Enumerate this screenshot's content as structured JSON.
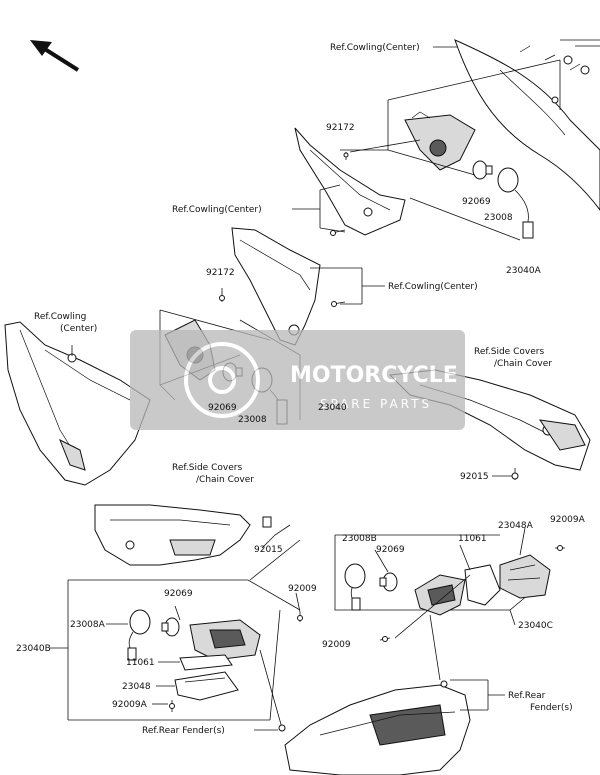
{
  "labels": {
    "ref_cowling_center_top": "Ref.Cowling(Center)",
    "ref_cowling_center_mid": "Ref.Cowling(Center)",
    "ref_cowling_center_right": "Ref.Cowling(Center)",
    "ref_cowling_center_left_1": "Ref.Cowling",
    "ref_cowling_center_left_2": "(Center)",
    "ref_side_covers_right_1": "Ref.Side Covers",
    "ref_side_covers_right_2": "/Chain Cover",
    "ref_side_covers_left_1": "Ref.Side Covers",
    "ref_side_covers_left_2": "/Chain Cover",
    "ref_rear_fender_left": "Ref.Rear Fender(s)",
    "ref_rear_fender_right_1": "Ref.Rear",
    "ref_rear_fender_right_2": "Fender(s)"
  },
  "part_numbers": {
    "p92172_top": "92172",
    "p92069_top": "92069",
    "p23008_top": "23008",
    "p23040A": "23040A",
    "p92172_mid": "92172",
    "p92069_mid": "92069",
    "p23008_mid": "23008",
    "p23040": "23040",
    "p92015_right": "92015",
    "p92015_left": "92015",
    "p23008B": "23008B",
    "p92069_right": "92069",
    "p11061_right": "11061",
    "p23048A": "23048A",
    "p92009A_right": "92009A",
    "p23040C": "23040C",
    "p92009_right": "92009",
    "p92009_left": "92009",
    "p92069_left": "92069",
    "p23008A": "23008A",
    "p23040B": "23040B",
    "p11061_left": "11061",
    "p23048": "23048",
    "p92009A_left": "92009A"
  },
  "watermark": {
    "title": "MOTORCYCLE",
    "subtitle": "SPARE PARTS"
  },
  "icons": {
    "direction_arrow": "arrow-up-left-icon"
  }
}
